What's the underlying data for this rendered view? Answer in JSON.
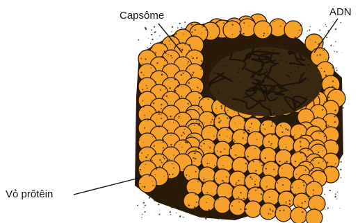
{
  "labels": {
    "capsome": "Capsôme",
    "dna": "ADN",
    "protein_shell": "Vỏ prôtêin"
  },
  "colors": {
    "capsomere_fill": "#F6A129",
    "capsomere_stroke": "#1a1006",
    "speckle": "#1f1406",
    "dna_core": "#1a1208",
    "leader_line": "#111111"
  }
}
